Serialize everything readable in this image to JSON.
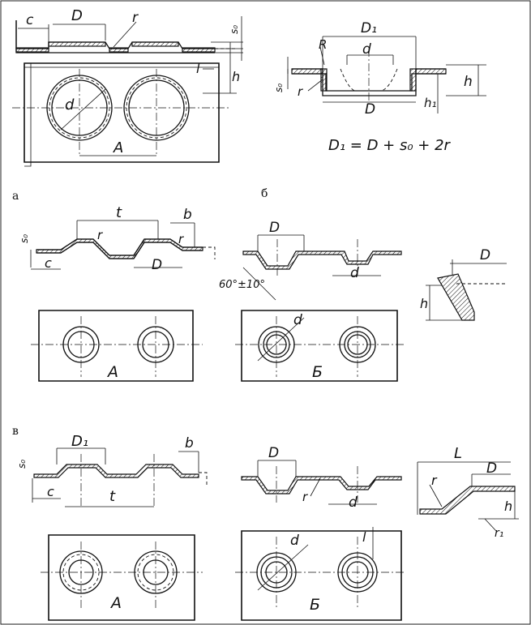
{
  "panel_a": {
    "caption": "а",
    "labels": {
      "c": "c",
      "D": "D",
      "r": "r",
      "s0": "s₀",
      "l": "l",
      "h": "h",
      "d": "d",
      "A": "A"
    }
  },
  "panel_b": {
    "caption": "б",
    "labels": {
      "D1": "D₁",
      "R": "R",
      "d": "d",
      "s0": "s₀",
      "r": "r",
      "D": "D",
      "h": "h",
      "h1": "h₁"
    },
    "formula": "D₁ = D + s₀ + 2r"
  },
  "row_middle": {
    "labels": {
      "t": "t",
      "b": "b",
      "s0": "s₀",
      "r": "r",
      "r2": "r",
      "c": "c",
      "D": "D",
      "D_mid": "D",
      "angle": "60°±10°",
      "d": "d",
      "D_right": "D",
      "h": "h",
      "A": "A",
      "B": "Б",
      "d_view": "d"
    }
  },
  "panel_v": {
    "caption": "в",
    "labels": {
      "D1": "D₁",
      "b": "b",
      "s0": "s₀",
      "c": "c",
      "t": "t",
      "D_mid": "D",
      "r_mid": "r",
      "d_mid": "d",
      "L": "L",
      "r": "r",
      "D_right": "D",
      "h": "h",
      "r1": "r₁",
      "A": "A",
      "B": "Б",
      "d_view": "d",
      "l": "l"
    }
  }
}
